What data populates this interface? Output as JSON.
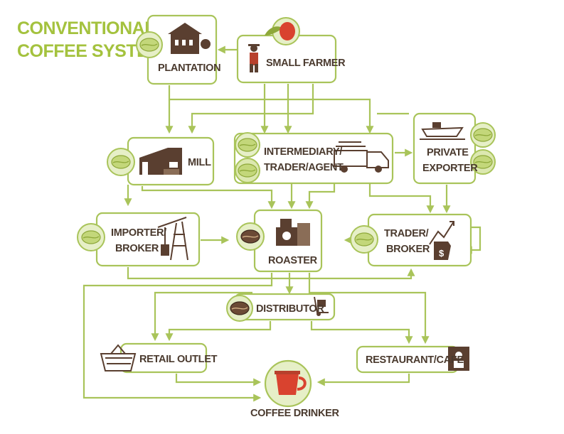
{
  "title": {
    "line1": "CONVENTIONAL",
    "line2": "COFFEE SYSTEM"
  },
  "colors": {
    "accent_green": "#a4c23e",
    "node_text": "#4a3a2e",
    "bean_green": "#b9cf6a",
    "bean_roasted": "#6b4a35",
    "cherry_red": "#d9432f"
  },
  "nodes": {
    "plantation": {
      "label": "PLANTATION",
      "icon": "plantation-house-icon"
    },
    "small_farmer": {
      "label": "SMALL FARMER",
      "icon": "farmer-icon"
    },
    "mill": {
      "label": "MILL",
      "icon": "mill-building-icon"
    },
    "intermediary": {
      "label_line1": "INTERMEDIARY/",
      "label_line2": "TRADER/AGENT",
      "icon": "truck-icon"
    },
    "private_exporter": {
      "label_line1": "PRIVATE",
      "label_line2": "EXPORTER",
      "icon": "ship-icon"
    },
    "importer": {
      "label_line1": "IMPORTER/",
      "label_line2": "BROKER",
      "icon": "oil-derrick-icon"
    },
    "roaster": {
      "label": "ROASTER",
      "icon": "roaster-machine-icon"
    },
    "trader_broker": {
      "label_line1": "TRADER/",
      "label_line2": "BROKER",
      "icon": "price-chart-icon"
    },
    "distributor": {
      "label": "DISTRIBUTOR",
      "icon": "hand-truck-icon"
    },
    "retail_outlet": {
      "label": "RETAIL OUTLET",
      "icon": "shopping-basket-icon"
    },
    "restaurant_cafe": {
      "label": "RESTAURANT/CAFE",
      "icon": "cafe-icon"
    },
    "coffee_drinker": {
      "label": "COFFEE DRINKER",
      "icon": "coffee-cup-icon"
    }
  }
}
